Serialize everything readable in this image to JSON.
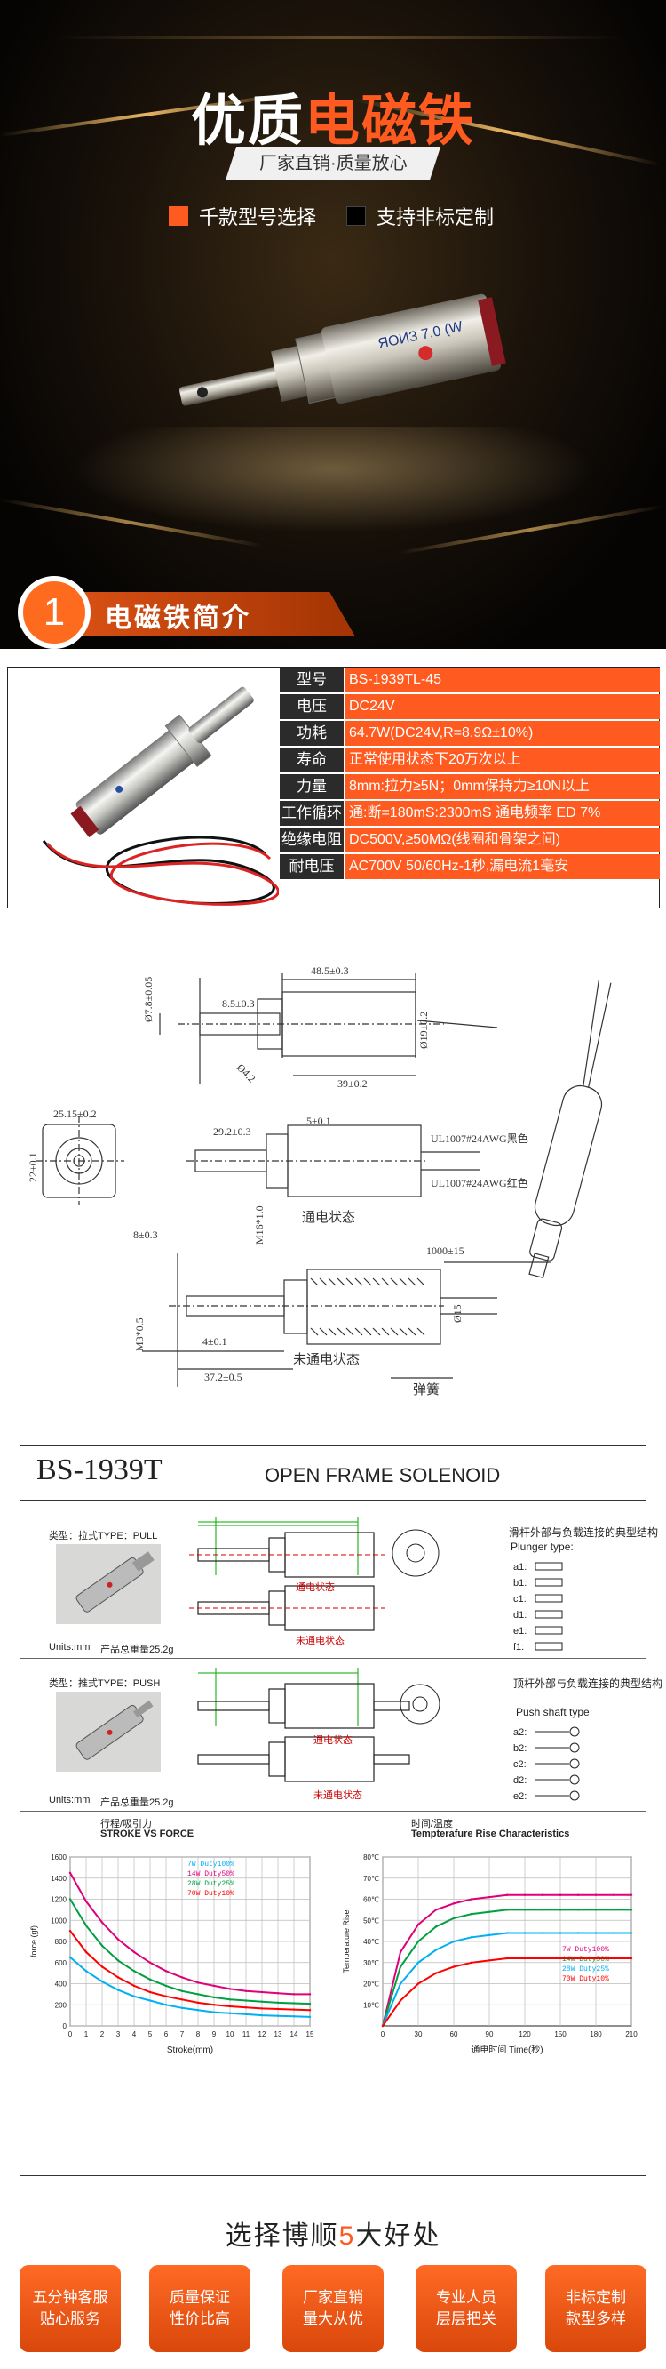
{
  "hero": {
    "title_white": "优质",
    "title_orange": "电磁铁",
    "subtitle": "厂家直销·质量放心",
    "features": [
      "千款型号选择",
      "支持非标定制"
    ],
    "feature_colors": [
      "#ff5a1f",
      "#000000"
    ],
    "product_print": "ЯОИЗ 7.0 (W"
  },
  "section1": {
    "number": "1",
    "title": "电磁铁简介"
  },
  "specs": [
    {
      "key": "型号",
      "value": "BS-1939TL-45"
    },
    {
      "key": "电压",
      "value": "DC24V"
    },
    {
      "key": "功耗",
      "value": "64.7W(DC24V,R=8.9Ω±10%)"
    },
    {
      "key": "寿命",
      "value": "正常使用状态下20万次以上"
    },
    {
      "key": "力量",
      "value": "8mm:拉力≥5N；0mm保持力≥10N以上"
    },
    {
      "key": "工作循环",
      "value": "通:断=180mS:2300mS 通电频率 ED 7%"
    },
    {
      "key": "绝缘电阻",
      "value": "DC500V,≥50MΩ(线圈和骨架之间)"
    },
    {
      "key": "耐电压",
      "value": "AC700V 50/60Hz-1秒,漏电流1毫安"
    }
  ],
  "drawing": {
    "dims": [
      "Ø7.8±0.05",
      "8.5±0.3",
      "48.5±0.3",
      "Ø19±0.2",
      "Ø4.2",
      "39±0.2",
      "25.15±0.2",
      "22±0.1",
      "29.2±0.3",
      "5±0.1",
      "UL1007#24AWG黑色",
      "UL1007#24AWG红色",
      "M16*1.0",
      "8±0.3",
      "1000±15",
      "M3*0.5",
      "4±0.1",
      "37.2±0.5",
      "Ø15"
    ],
    "labels": {
      "energized": "通电状态",
      "deenergized": "未通电状态",
      "spring": "弹簧"
    }
  },
  "sheet": {
    "title": "BS-1939T",
    "subtitle": "OPEN FRAME SOLENOID",
    "pull_type": "类型：拉式TYPE：PULL",
    "push_type": "类型：推式TYPE：PUSH",
    "units": "Units:mm",
    "weight": "产品总重量25.2g",
    "state_on": "通电状态",
    "state_off": "未通电状态",
    "plunger_title_cn": "滑杆外部与负载连接的典型结构",
    "plunger_title_en": "Plunger type:",
    "plunger_codes": [
      "a1:",
      "b1:",
      "c1:",
      "d1:",
      "e1:",
      "f1:"
    ],
    "push_title_cn": "顶杆外部与负载连接的典型结构",
    "push_title_en": "Push shaft type",
    "push_codes": [
      "a2:",
      "b2:",
      "c2:",
      "d2:",
      "e2:"
    ]
  },
  "chart_data": [
    {
      "type": "line",
      "title": "行程/吸引力",
      "subtitle": "STROKE VS FORCE",
      "xlabel": "Stroke(mm)",
      "ylabel": "force (gf)",
      "x": [
        0,
        1,
        2,
        3,
        4,
        5,
        6,
        7,
        8,
        9,
        10,
        11,
        12,
        13,
        14,
        15
      ],
      "ylim": [
        0,
        1600
      ],
      "yticks": [
        0,
        200,
        400,
        600,
        800,
        1000,
        1200,
        1400,
        1600
      ],
      "legend_placement": "top-center",
      "series": [
        {
          "name": "7W Duty100%",
          "color": "#00b0f0",
          "values": [
            650,
            520,
            420,
            340,
            280,
            240,
            200,
            170,
            150,
            130,
            120,
            110,
            100,
            95,
            90,
            85
          ]
        },
        {
          "name": "14W Duty50%",
          "color": "#e0007a",
          "values": [
            1450,
            1180,
            980,
            820,
            700,
            600,
            520,
            460,
            410,
            380,
            350,
            330,
            320,
            310,
            300,
            300
          ]
        },
        {
          "name": "28W Duty25%",
          "color": "#00a040",
          "values": [
            1200,
            950,
            760,
            620,
            520,
            440,
            380,
            330,
            300,
            270,
            250,
            240,
            230,
            220,
            215,
            210
          ]
        },
        {
          "name": "70W Duty10%",
          "color": "#ff0000",
          "values": [
            900,
            700,
            560,
            460,
            380,
            320,
            280,
            250,
            220,
            200,
            185,
            175,
            165,
            160,
            155,
            150
          ]
        }
      ]
    },
    {
      "type": "line",
      "title": "时间/温度",
      "subtitle": "Tempterafure Rise Characteristics",
      "xlabel": "通电时间  Time(秒)",
      "ylabel": "Temperature Rise",
      "x": [
        0,
        15,
        30,
        45,
        60,
        75,
        90,
        105,
        120,
        135,
        150,
        165,
        180,
        195,
        210
      ],
      "xticks": [
        0,
        30,
        60,
        90,
        120,
        150,
        180,
        210
      ],
      "ylim": [
        0,
        80
      ],
      "yticks": [
        "10℃",
        "20℃",
        "30℃",
        "40℃",
        "50℃",
        "60℃",
        "70℃",
        "80℃"
      ],
      "legend_placement": "bottom-right",
      "series": [
        {
          "name": "7W Duty100%",
          "color": "#e0007a",
          "values": [
            0,
            35,
            48,
            55,
            58,
            60,
            61,
            62,
            62,
            62,
            62,
            62,
            62,
            62,
            62
          ]
        },
        {
          "name": "14W Duty50%",
          "color": "#00a040",
          "values": [
            0,
            28,
            40,
            47,
            51,
            53,
            54,
            55,
            55,
            55,
            55,
            55,
            55,
            55,
            55
          ]
        },
        {
          "name": "28W Duty25%",
          "color": "#00b0f0",
          "values": [
            0,
            20,
            30,
            36,
            40,
            42,
            43,
            44,
            44,
            44,
            44,
            44,
            44,
            44,
            44
          ]
        },
        {
          "name": "70W Duty10%",
          "color": "#ff0000",
          "values": [
            0,
            12,
            20,
            25,
            28,
            30,
            31,
            32,
            32,
            32,
            32,
            32,
            32,
            32,
            32
          ]
        }
      ]
    }
  ],
  "advantages": {
    "title_pre": "选择博顺",
    "title_num": "5",
    "title_post": "大好处",
    "items": [
      {
        "l1": "五分钟客服",
        "l2": "贴心服务"
      },
      {
        "l1": "质量保证",
        "l2": "性价比高"
      },
      {
        "l1": "厂家直销",
        "l2": "量大从优"
      },
      {
        "l1": "专业人员",
        "l2": "层层把关"
      },
      {
        "l1": "非标定制",
        "l2": "款型多样"
      }
    ]
  }
}
